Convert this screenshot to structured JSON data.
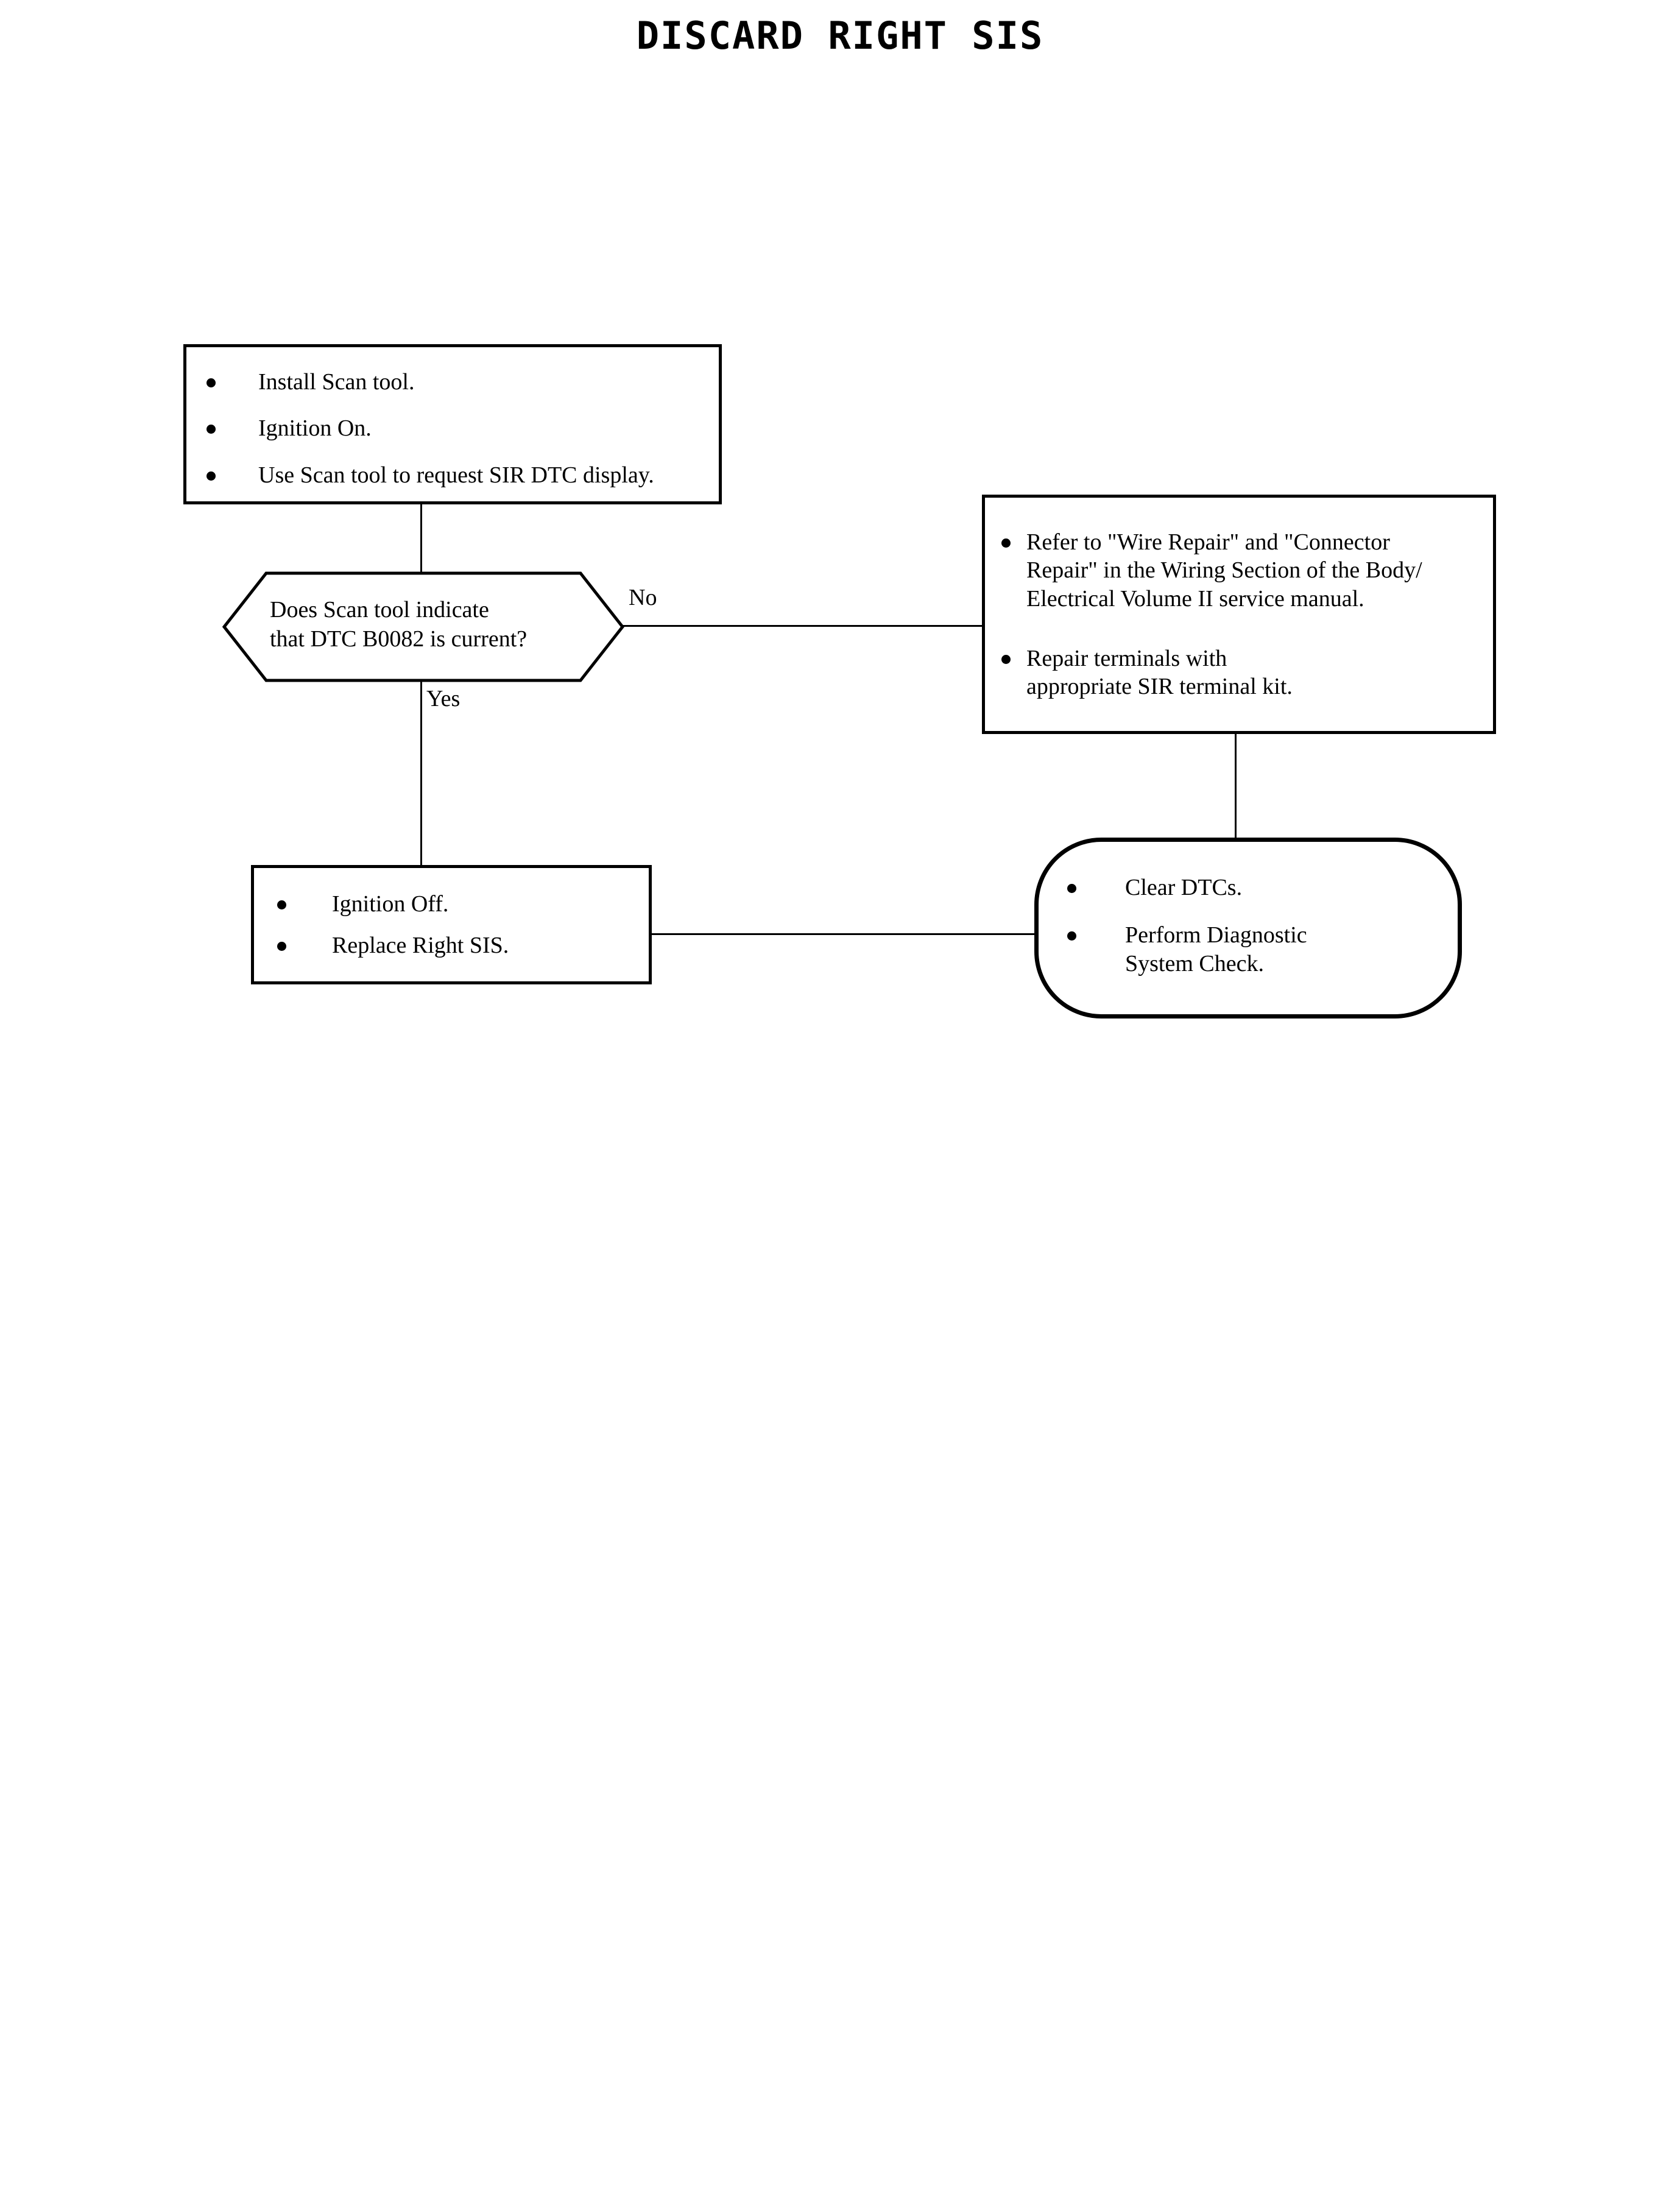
{
  "document": {
    "title": "DISCARD RIGHT SIS"
  },
  "flowchart": {
    "type": "diagram",
    "nodes": [
      {
        "id": "start",
        "shape": "rectangle",
        "items": [
          "Install Scan tool.",
          "Ignition On.",
          "Use Scan tool to request SIR DTC display."
        ]
      },
      {
        "id": "decision",
        "shape": "hexagon",
        "text": "Does Scan tool indicate\nthat DTC B0082 is current?"
      },
      {
        "id": "repair",
        "shape": "rectangle",
        "items": [
          "Refer to \"Wire Repair\" and \"Connector\nRepair\" in the Wiring Section of the Body/\nElectrical Volume II service manual.",
          "Repair terminals with\nappropriate SIR terminal kit."
        ]
      },
      {
        "id": "replace",
        "shape": "rectangle",
        "items": [
          "Ignition Off.",
          "Replace Right SIS."
        ]
      },
      {
        "id": "finish",
        "shape": "rounded-rectangle",
        "items": [
          "Clear DTCs.",
          "Perform Diagnostic\nSystem Check."
        ]
      }
    ],
    "edges": [
      {
        "from": "start",
        "to": "decision",
        "label": ""
      },
      {
        "from": "decision",
        "to": "repair",
        "label": "No"
      },
      {
        "from": "decision",
        "to": "replace",
        "label": "Yes"
      },
      {
        "from": "repair",
        "to": "finish",
        "label": ""
      },
      {
        "from": "replace",
        "to": "finish",
        "label": ""
      }
    ],
    "colors": {
      "stroke": "#000000",
      "fill": "#ffffff",
      "text": "#000000"
    }
  }
}
